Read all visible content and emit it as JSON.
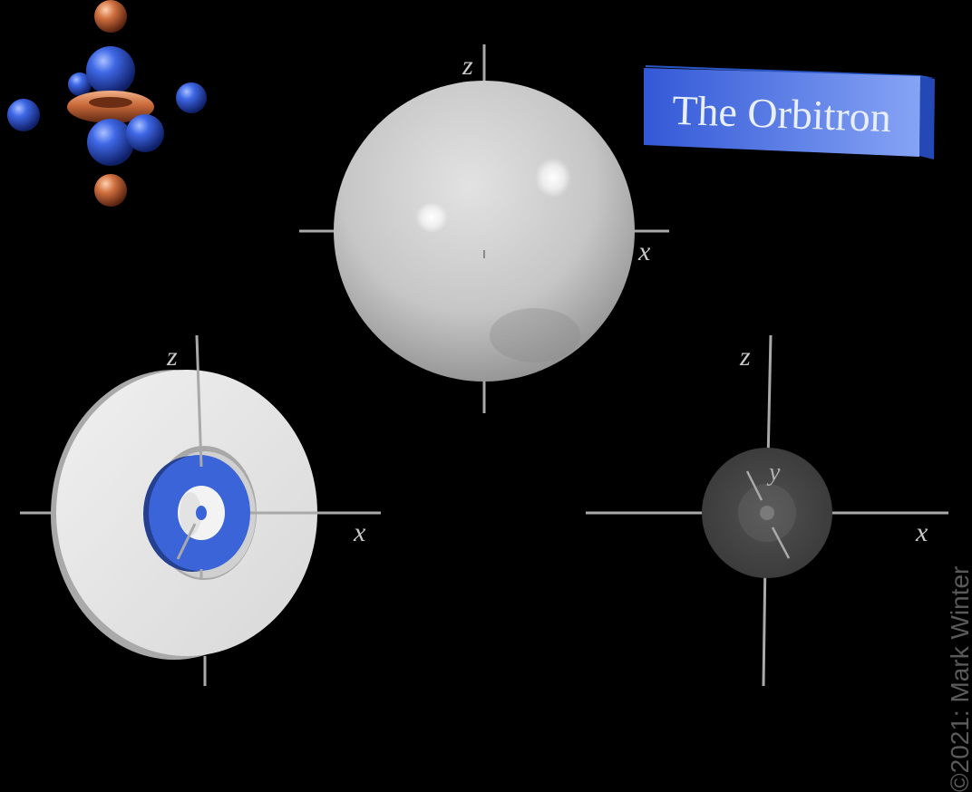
{
  "title": "The Orbitron",
  "copyright": "©2021: Mark Winter",
  "colors": {
    "background": "#000000",
    "title_box": "#3d6ee0",
    "phase_positive": "#3a64d8",
    "phase_negative": "#c86a3c",
    "surface": "#d9d9d9",
    "axis": "#a9a9a9"
  },
  "icons": {
    "logo": "d-orbital-logo-icon"
  },
  "panels": {
    "boundary_surface": {
      "axis_labels": {
        "z": "z",
        "x": "x"
      }
    },
    "cutaway": {
      "axis_labels": {
        "z": "z",
        "x": "x"
      }
    },
    "density": {
      "axis_labels": {
        "z": "z",
        "y": "y",
        "x": "x"
      }
    }
  }
}
